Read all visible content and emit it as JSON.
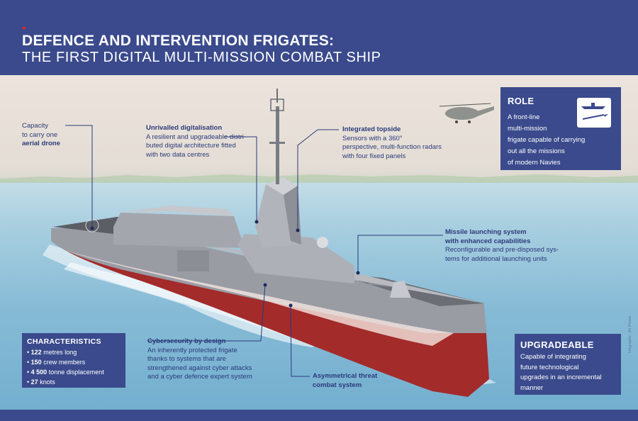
{
  "header": {
    "title_line1": "DEFENCE AND INTERVENTION FRIGATES:",
    "title_line2": "THE FIRST DIGITAL MULTI-MISSION COMBAT SHIP"
  },
  "callouts": {
    "drone": {
      "line1": "Capacity",
      "line2": "to carry one",
      "emphasis": "aerial drone"
    },
    "digitalisation": {
      "title": "Unrivalled digitalisation",
      "line1": "A resilient and upgradeable distri-",
      "line2": "buted digital architecture fitted",
      "line3": "with two data centres"
    },
    "topside": {
      "title": "Integrated topside",
      "line1": "Sensors with a 360°",
      "line2": "perspective, multi-function radars",
      "line3": "with four fixed panels"
    },
    "missile": {
      "title1": "Missile launching system",
      "title2": "with enhanced capabilities",
      "line1": "Reconfigurable and pre-disposed sys-",
      "line2": "tems for additional launching units"
    },
    "cyber": {
      "title": "Cybersecurity by design",
      "line1": "An inherently protected frigate",
      "line2": "thanks to systems that are",
      "line3": "strengthened against cyber attacks",
      "line4": "and a cyber defence expert system"
    },
    "asymmetric": {
      "title1": "Asymmetrical threat",
      "title2": "combat system"
    }
  },
  "role": {
    "title": "ROLE",
    "lines": [
      "A front-line",
      "multi-mission",
      "frigate capable of carrying",
      "out all the missions",
      "of modern Navies"
    ],
    "icon": "frigate-and-missile-icon"
  },
  "characteristics": {
    "title": "CHARACTERISTICS",
    "items": [
      {
        "value": "122",
        "text": "metres long"
      },
      {
        "value": "150",
        "text": "crew members"
      },
      {
        "value": "4 500",
        "text": "tonne displacement"
      },
      {
        "value": "27",
        "text": "knots"
      }
    ]
  },
  "upgradeable": {
    "title": "UPGRADEABLE",
    "lines": [
      "Capable of integrating",
      "future technological",
      "upgrades in an incremental",
      "manner"
    ]
  },
  "credit": "Infographie : Art Presse",
  "colors": {
    "navy": "#3a4a8c",
    "accent": "#e0282b",
    "hull_grey": "#9a9ca4",
    "hull_red": "#a32b2a"
  }
}
